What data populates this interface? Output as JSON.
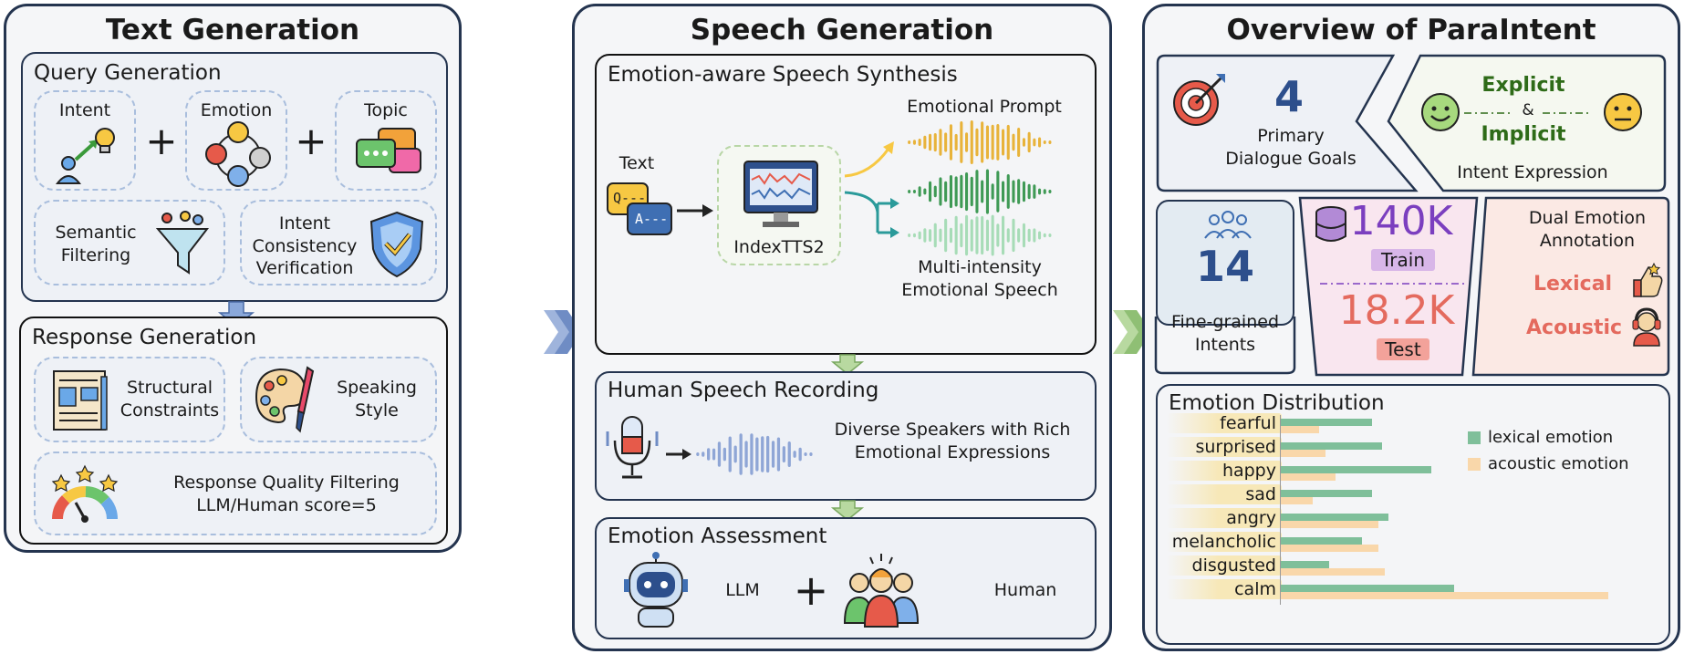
{
  "text_generation": {
    "title": "Text Generation",
    "query_generation": {
      "title": "Query Generation",
      "intent": "Intent",
      "emotion": "Emotion",
      "topic": "Topic",
      "plus": "+",
      "semantic_filtering": [
        "Semantic",
        "Filtering"
      ],
      "intent_consistency": [
        "Intent",
        "Consistency",
        "Verification"
      ]
    },
    "response_generation": {
      "title": "Response Generation",
      "structural": [
        "Structural",
        "Constraints"
      ],
      "speaking": [
        "Speaking",
        "Style"
      ],
      "quality": [
        "Response Quality Filtering",
        "LLM/Human score=5"
      ]
    }
  },
  "speech_generation": {
    "title": "Speech Generation",
    "synthesis": {
      "title": "Emotion-aware Speech Synthesis",
      "text_label": "Text",
      "q_letter": "Q---",
      "a_letter": "A---",
      "model": "IndexTTS2",
      "prompt_label": "Emotional Prompt",
      "multi_label": [
        "Multi-intensity",
        "Emotional Speech"
      ]
    },
    "recording": {
      "title": "Human Speech Recording",
      "desc": [
        "Diverse Speakers with Rich",
        "Emotional Expressions"
      ]
    },
    "assessment": {
      "title": "Emotion Assessment",
      "llm": "LLM",
      "plus": "+",
      "human": "Human"
    }
  },
  "overview": {
    "title": "Overview of ParaIntent",
    "goals": {
      "number": "4",
      "label": [
        "Primary",
        "Dialogue Goals"
      ]
    },
    "expression": {
      "explicit": "Explicit",
      "amp": "&",
      "implicit": "Implicit",
      "label": "Intent Expression"
    },
    "intents": {
      "number": "14",
      "label": [
        "Fine-grained",
        "Intents"
      ]
    },
    "sizes": {
      "train_value": "140K",
      "train_label": "Train",
      "test_value": "18.2K",
      "test_label": "Test"
    },
    "dual": {
      "title": [
        "Dual Emotion",
        "Annotation"
      ],
      "lexical": "Lexical",
      "acoustic": "Acoustic"
    },
    "colors": {
      "purple": "#7b3fbf",
      "salmon": "#e46a5e",
      "green_text": "#2e6b18",
      "navy": "#2d4f8c"
    }
  },
  "chart_data": {
    "type": "bar",
    "title": "Emotion Distribution",
    "categories": [
      "fearful",
      "surprised",
      "happy",
      "sad",
      "angry",
      "melancholic",
      "disgusted",
      "calm"
    ],
    "series": [
      {
        "name": "lexical emotion",
        "color": "#7fbf9a",
        "values": [
          0.28,
          0.31,
          0.46,
          0.28,
          0.33,
          0.25,
          0.15,
          0.53
        ]
      },
      {
        "name": "acoustic emotion",
        "color": "#f9d7aa",
        "values": [
          0.12,
          0.14,
          0.17,
          0.1,
          0.3,
          0.3,
          0.32,
          1.0
        ]
      }
    ]
  }
}
